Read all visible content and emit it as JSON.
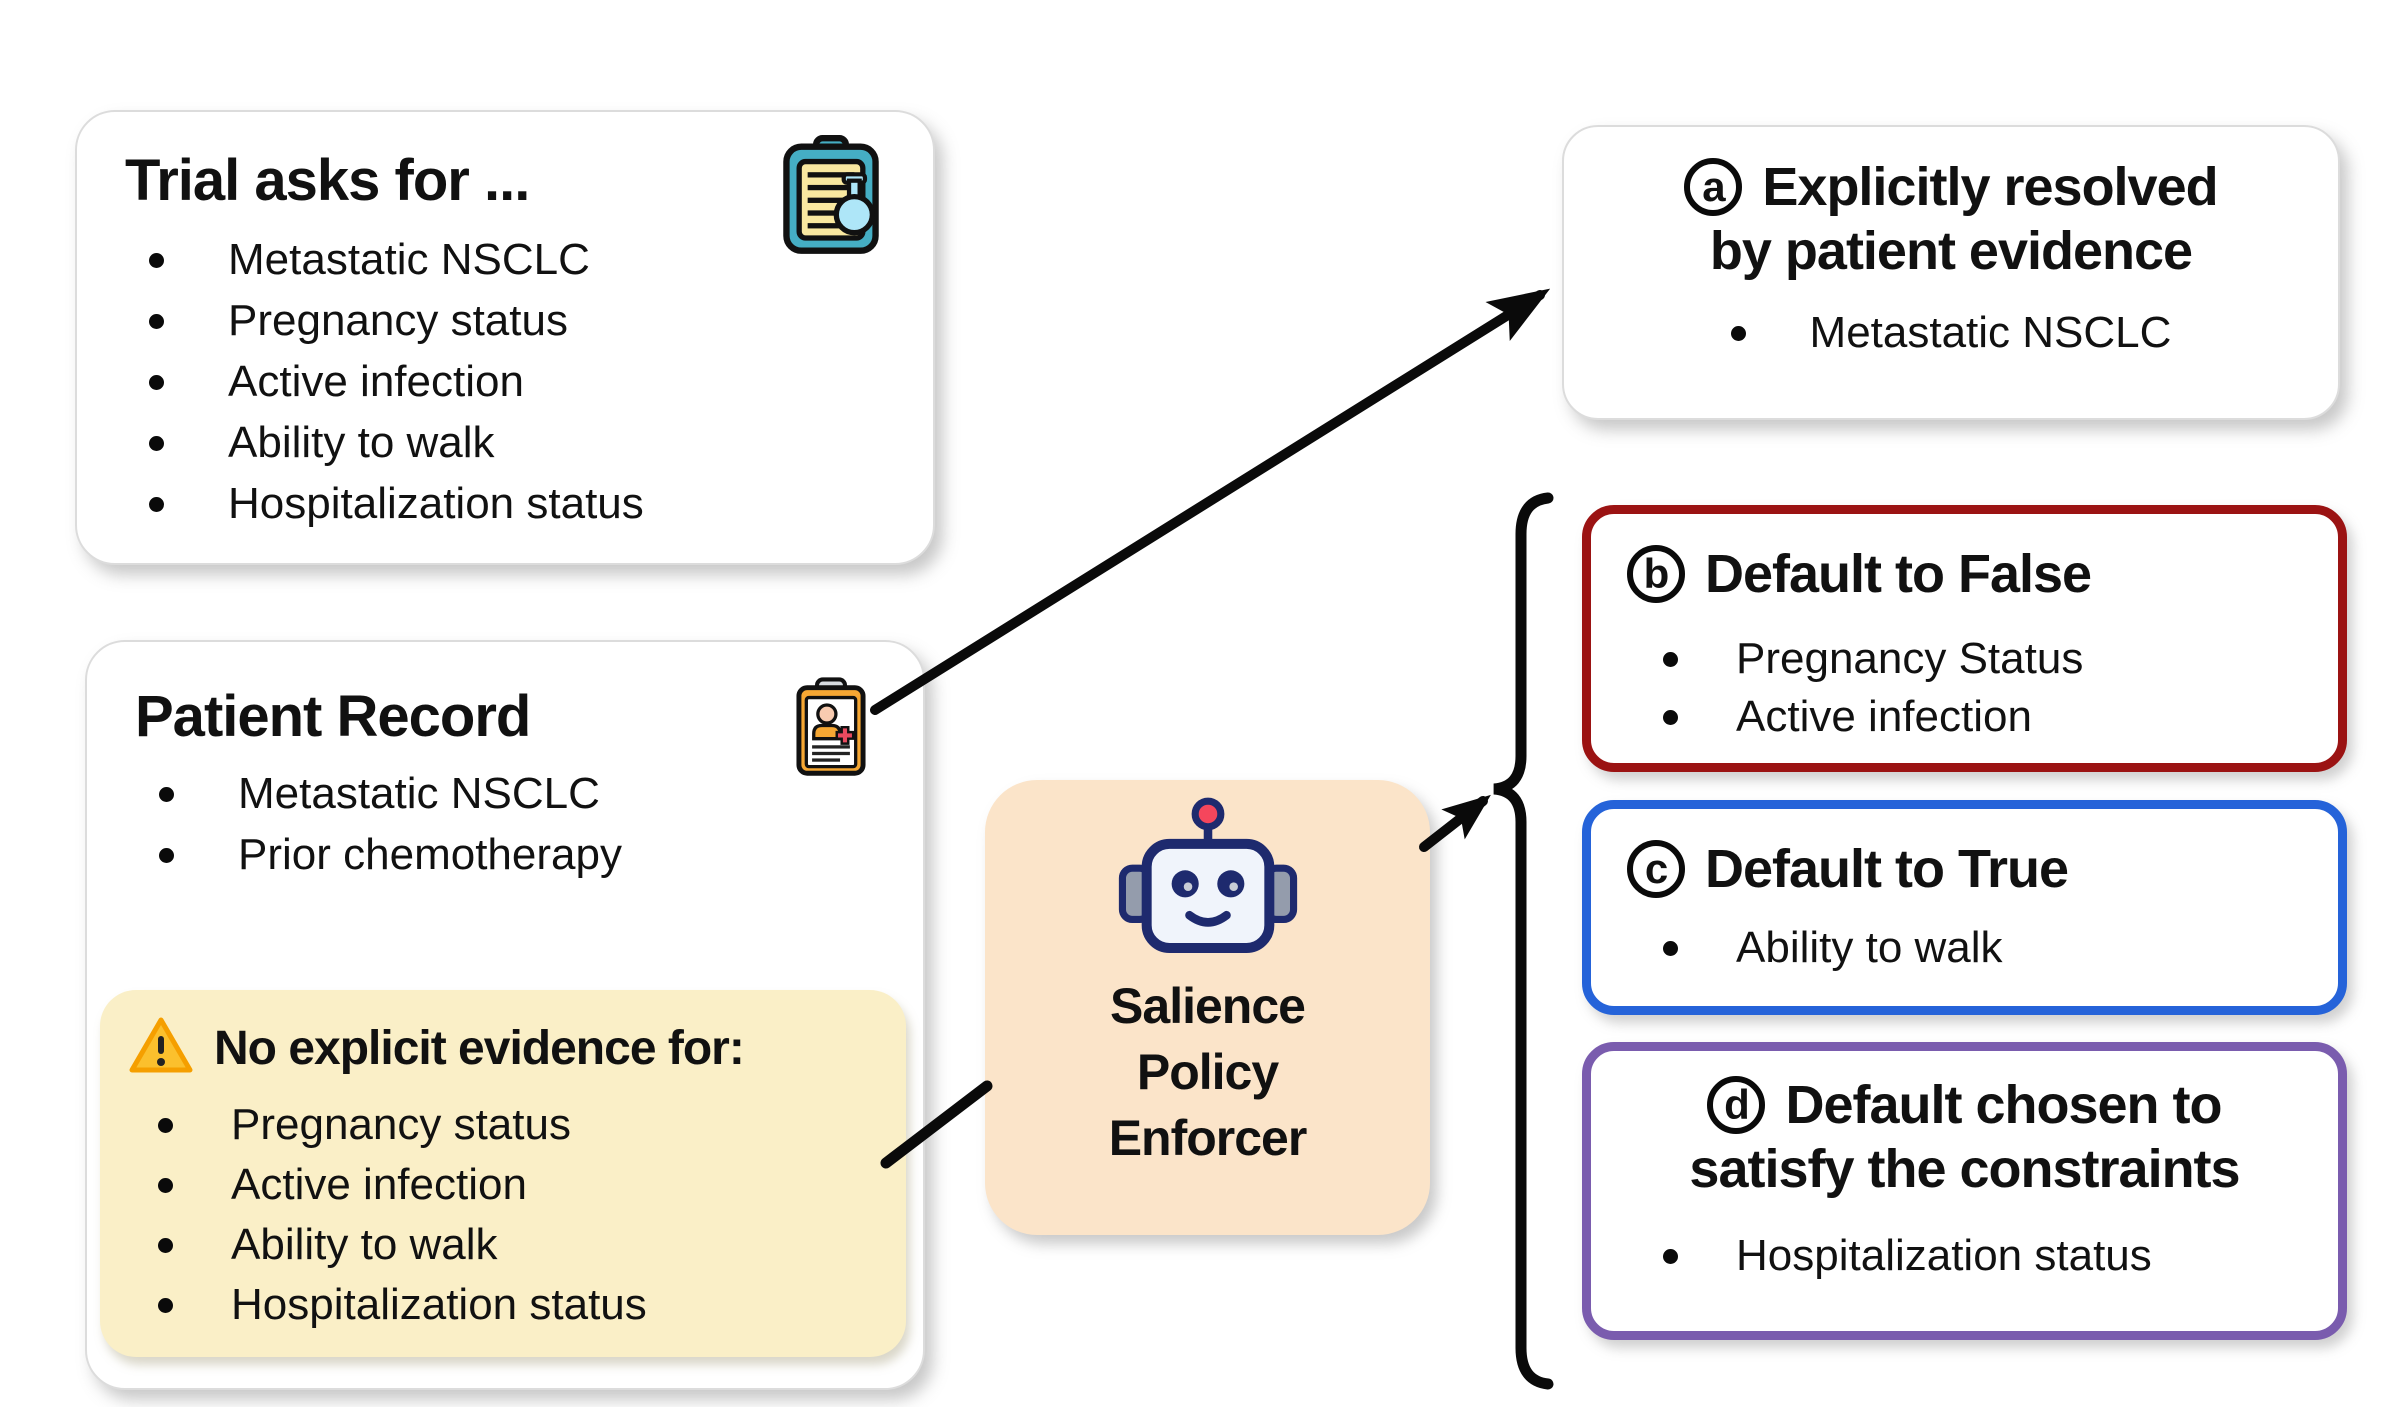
{
  "colors": {
    "default_false_border": "#9b1313",
    "default_true_border": "#2563d9",
    "constraints_border": "#7a5cae",
    "enforcer_bg": "#fbe4c9",
    "warning_bg": "#faefc7",
    "arrow_color": "#0a0a0a"
  },
  "trial_box": {
    "title": "Trial asks for ...",
    "icon": "clipboard-flask-icon",
    "items": [
      "Metastatic NSCLC",
      "Pregnancy status",
      "Active infection",
      "Ability to walk",
      "Hospitalization status"
    ]
  },
  "patient_box": {
    "title": "Patient Record",
    "icon": "patient-record-icon",
    "items": [
      "Metastatic NSCLC",
      "Prior chemotherapy"
    ],
    "warning": {
      "icon": "warning-icon",
      "title": "No explicit evidence for:",
      "items": [
        "Pregnancy status",
        "Active infection",
        "Ability to walk",
        "Hospitalization status"
      ]
    }
  },
  "enforcer_box": {
    "icon": "robot-icon",
    "label_lines": [
      "Salience",
      "Policy",
      "Enforcer"
    ]
  },
  "outcome_boxes": {
    "a": {
      "badge": "a",
      "title_line1": "Explicitly resolved",
      "title_line2": "by patient evidence",
      "items": [
        "Metastatic NSCLC"
      ]
    },
    "b": {
      "badge": "b",
      "title_line1": "Default to False",
      "items": [
        "Pregnancy Status",
        "Active infection"
      ]
    },
    "c": {
      "badge": "c",
      "title_line1": "Default to True",
      "items": [
        "Ability to walk"
      ]
    },
    "d": {
      "badge": "d",
      "title_line1": "Default chosen to",
      "title_line2": "satisfy the constraints",
      "items": [
        "Hospitalization status"
      ]
    }
  }
}
